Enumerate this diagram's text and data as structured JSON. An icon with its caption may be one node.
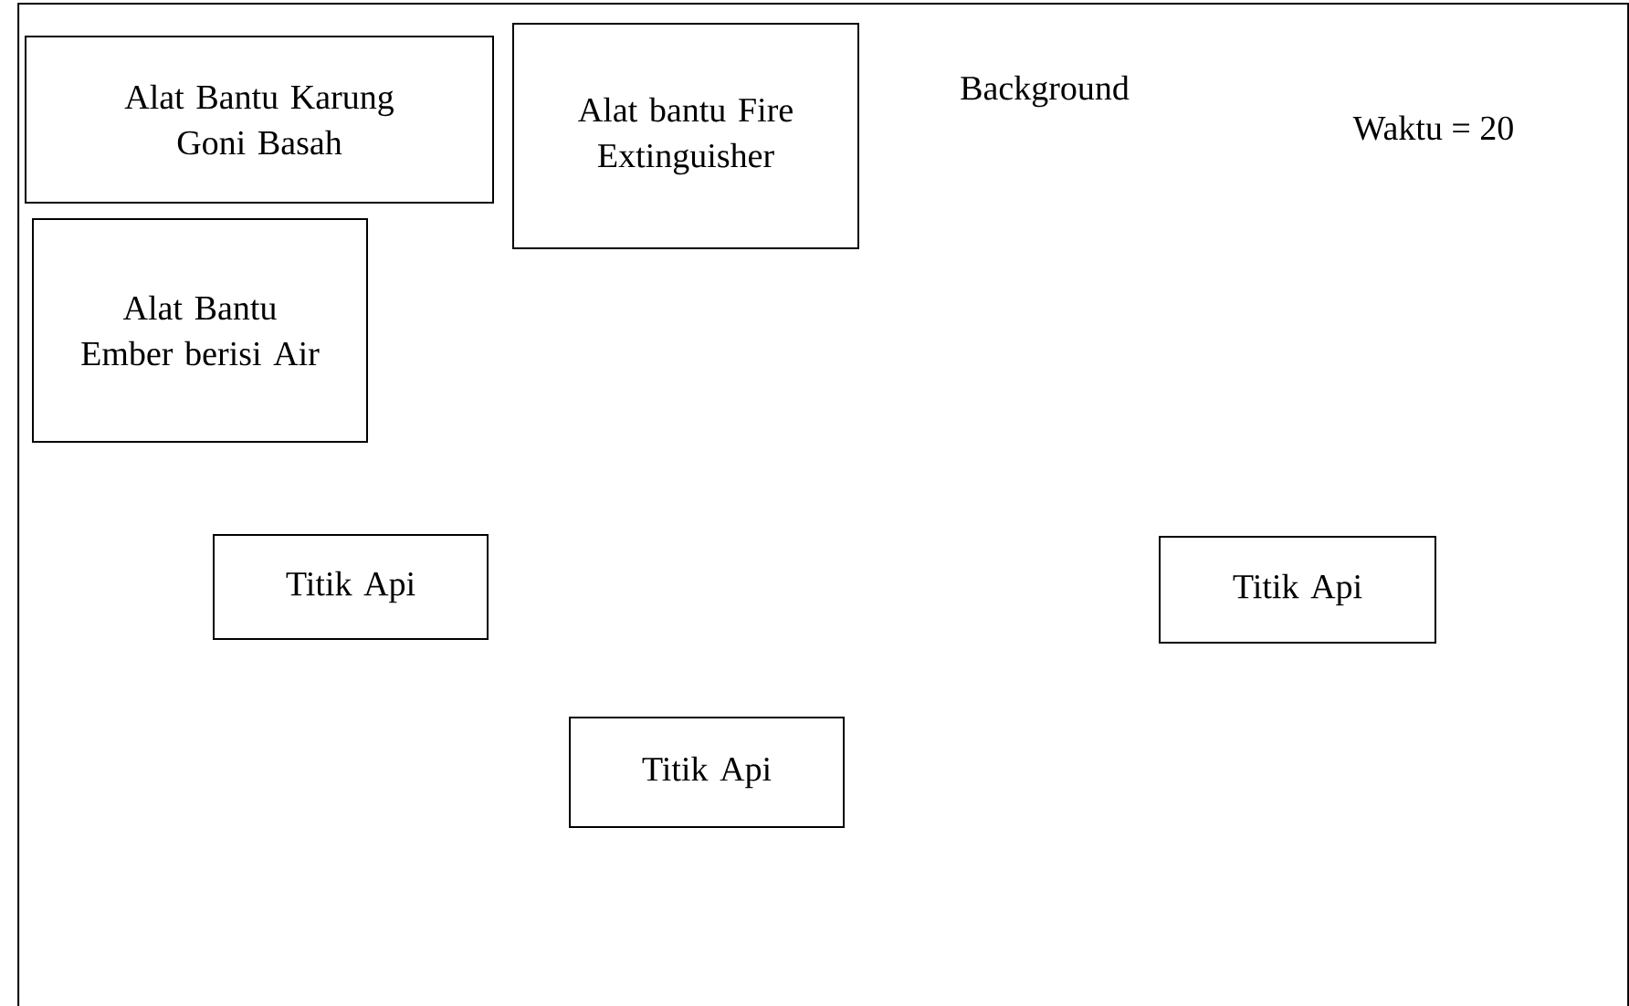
{
  "diagram": {
    "nodes": [
      {
        "text": [
          "Background",
          "Waktu = 20"
        ]
      },
      {
        "text": [
          "Alat Bantu Karung Goni Basah"
        ],
        "in": 0
      },
      {
        "text": [
          "Alat bantu Fire Extinguisher"
        ],
        "in": 0
      },
      {
        "text": [
          "Alat Bantu Ember berisi Air"
        ],
        "in": 0
      },
      {
        "text": [
          "Titik Api"
        ],
        "in": 0
      },
      {
        "text": [
          "Titik Api"
        ],
        "in": 0
      },
      {
        "text": [
          "Titik Api"
        ],
        "in": 0
      }
    ],
    "edges": []
  }
}
